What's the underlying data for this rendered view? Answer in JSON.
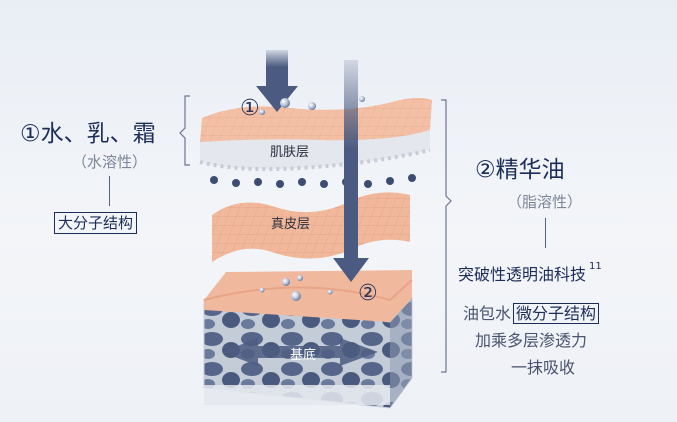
{
  "left_group": {
    "title": "①水、乳、霜",
    "subtitle": "（水溶性）",
    "structure_label": "大分子结构"
  },
  "right_group": {
    "title": "②精华油",
    "subtitle": "（脂溶性）",
    "technology": "突破性透明油科技",
    "technology_superscript": "11",
    "desc_line1_prefix": "油包水",
    "desc_line1_boxed": "微分子结构",
    "desc_line2": "加乘多层渗透力",
    "desc_line3": "一抹吸收"
  },
  "layers": {
    "top": "肌肤层",
    "middle": "真皮层",
    "bottom": "基底"
  },
  "markers": {
    "arrow1": "①",
    "arrow2": "②"
  },
  "colors": {
    "skin": "#f3c3a8",
    "skin_dark": "#e7a98c",
    "arrow": "#5b6b8a",
    "text": "#1c2d5a",
    "base_stone": "#4e5f82"
  }
}
